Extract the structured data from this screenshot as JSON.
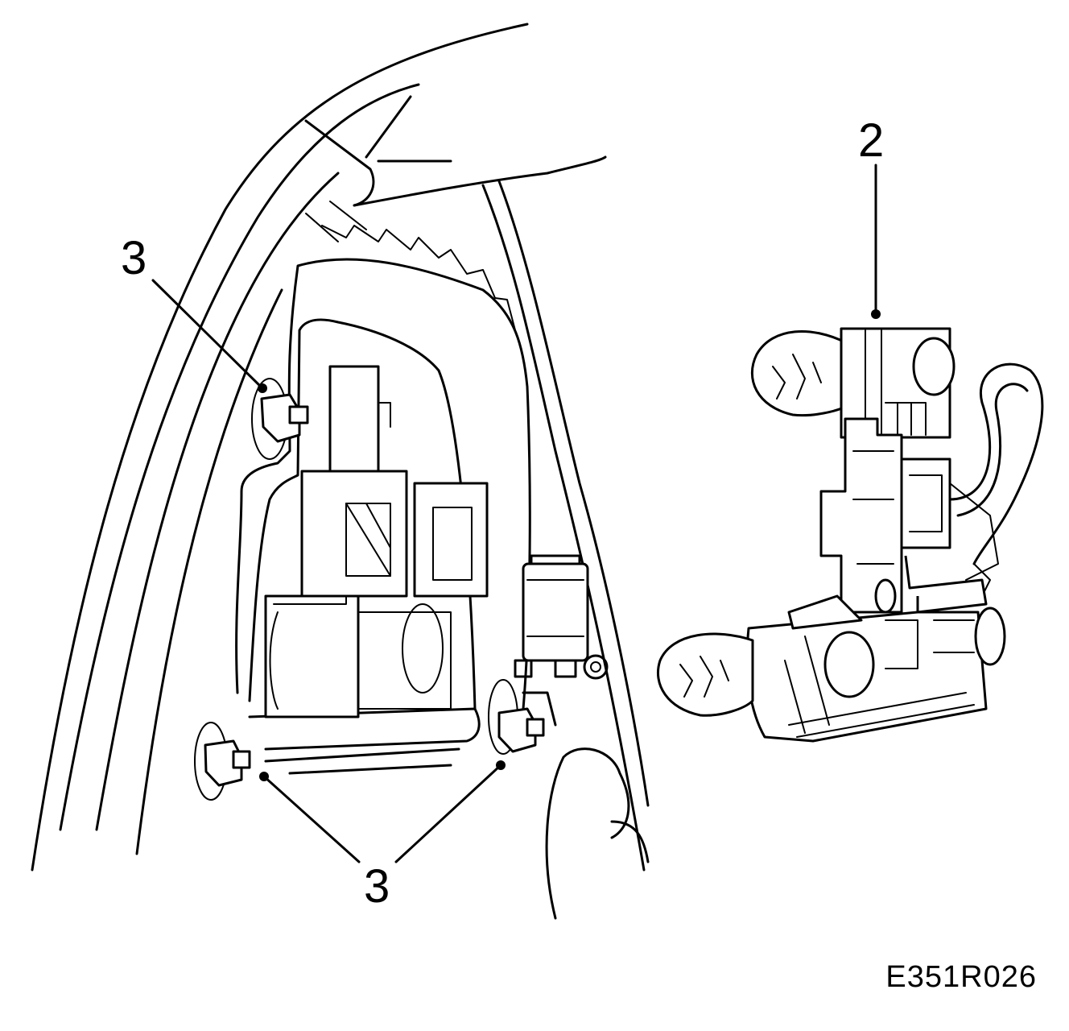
{
  "callouts": {
    "nut_label_upper": "3",
    "nut_label_lower": "3",
    "bulb_holder_label": "2"
  },
  "figure_code": "E351R026",
  "colors": {
    "line": "#000000",
    "background": "#ffffff"
  }
}
